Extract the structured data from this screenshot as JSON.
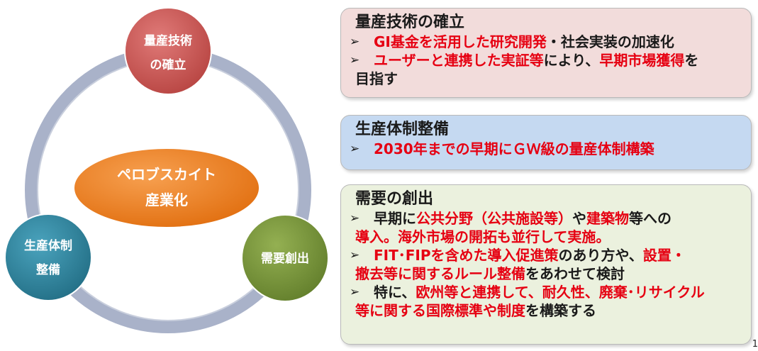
{
  "diagram": {
    "top": {
      "line1": "量産技術",
      "line2": "の確立"
    },
    "center": {
      "line1": "ペロブスカイト",
      "line2": "産業化"
    },
    "left": {
      "line1": "生産体制",
      "line2": "整備"
    },
    "right": {
      "line1": "需要創出"
    },
    "colors": {
      "ring": "#aeb6cc",
      "top": "#c0504d",
      "center": "#ed7d16",
      "left": "#31849b",
      "right": "#77933c"
    }
  },
  "panels": {
    "p1": {
      "title": "量産技術の確立",
      "b1": {
        "s1": "GI基金を活用した研究開発",
        "s2": "・社会実装の加速化"
      },
      "b2": {
        "s1": "ユーザーと連携した実証等",
        "s2": "により、",
        "s3": "早期市場獲得",
        "s4": "を",
        "cont": "目指す"
      }
    },
    "p2": {
      "title": "生産体制整備",
      "b1": {
        "s1": "2030年までの早期にＧＷ級の量産体制構築"
      }
    },
    "p3": {
      "title": "需要の創出",
      "b1": {
        "s1": "早期に",
        "s2": "公共分野（公共施設等）",
        "s3": "や",
        "s4": "建築物",
        "s5": "等への",
        "cont": "導入。海外市場の開拓も並行して実施。"
      },
      "b2": {
        "s1": "FIT･FIPを含めた導入促進策",
        "s2": "のあり方や、",
        "s3": "設置・",
        "c1": "撤去等に関するルール整備",
        "c2": "をあわせて検討"
      },
      "b3": {
        "s1": "特に、",
        "s2": "欧州等と連携して、耐久性、廃棄･リサイクル",
        "c1": "等に関する国際標準や制度",
        "c2": "を構築する"
      }
    },
    "arrow": "➢"
  },
  "page_number": "1"
}
